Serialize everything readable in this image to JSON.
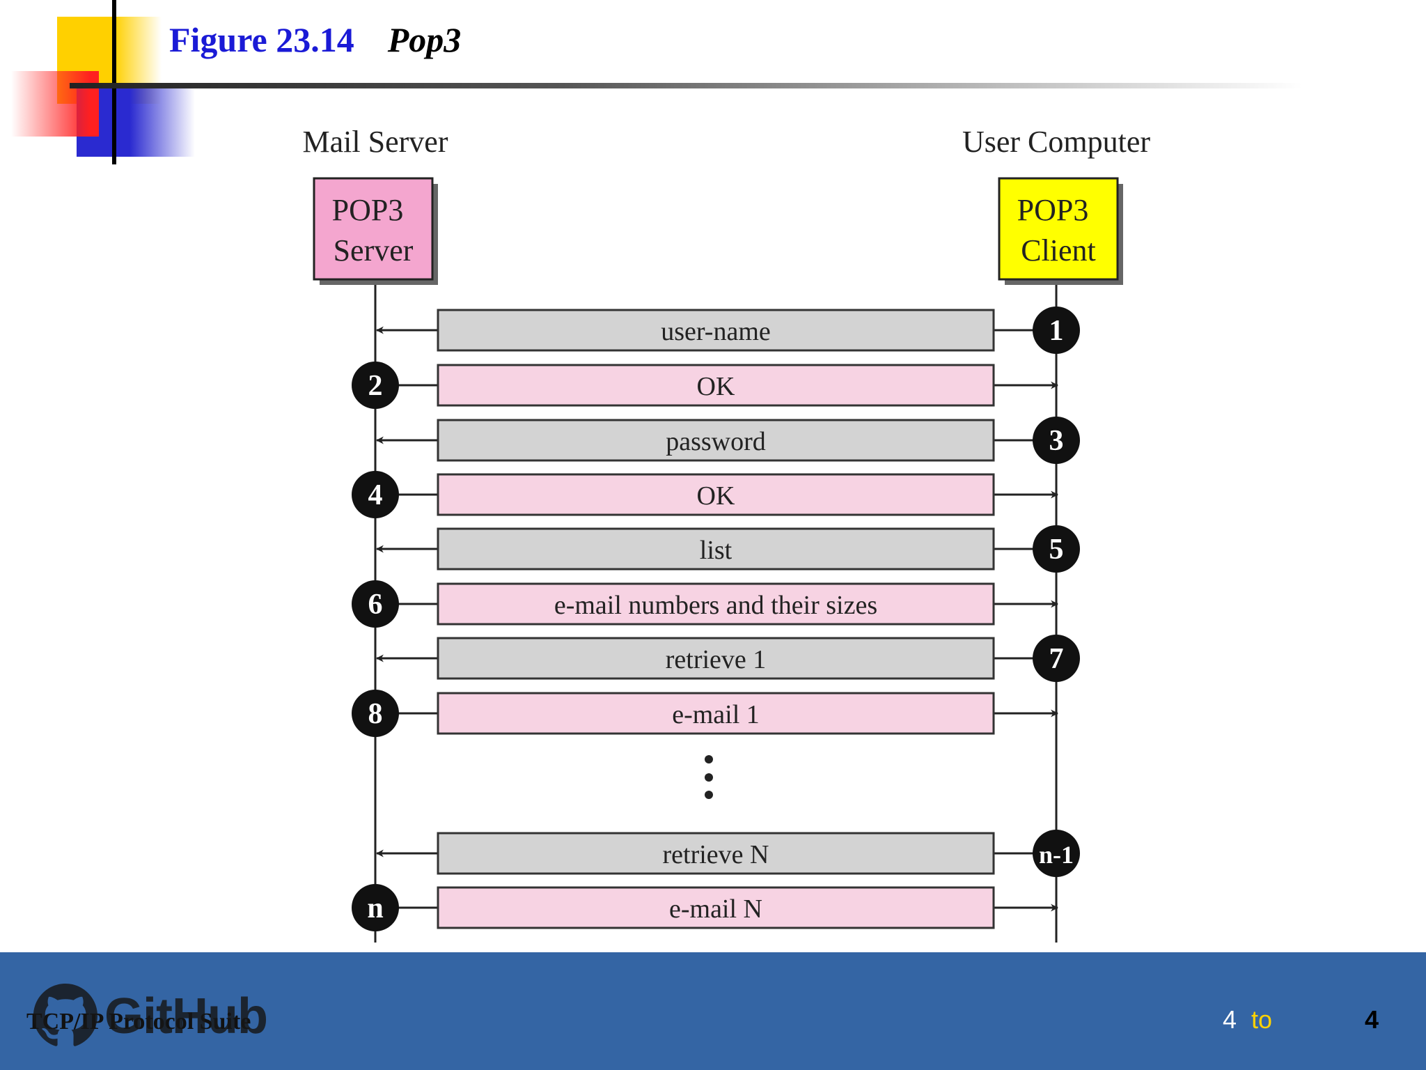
{
  "title": {
    "label": "Figure 23.14",
    "name": "Pop3"
  },
  "diagram": {
    "left_heading": "Mail Server",
    "right_heading": "User Computer",
    "server_box": [
      "POP3",
      "Server"
    ],
    "client_box": [
      "POP3",
      "Client"
    ],
    "colors": {
      "server": "#f4a6cf",
      "client": "#ffff00",
      "request": "#d3d3d3",
      "response": "#f7d3e3"
    },
    "messages": [
      {
        "label": "user-name",
        "step": "1",
        "direction": "to-server"
      },
      {
        "label": "OK",
        "step": "2",
        "direction": "to-client"
      },
      {
        "label": "password",
        "step": "3",
        "direction": "to-server"
      },
      {
        "label": "OK",
        "step": "4",
        "direction": "to-client"
      },
      {
        "label": "list",
        "step": "5",
        "direction": "to-server"
      },
      {
        "label": "e-mail numbers and their sizes",
        "step": "6",
        "direction": "to-client"
      },
      {
        "label": "retrieve 1",
        "step": "7",
        "direction": "to-server"
      },
      {
        "label": "e-mail 1",
        "step": "8",
        "direction": "to-client"
      },
      {
        "label": "retrieve N",
        "step": "n-1",
        "direction": "to-server"
      },
      {
        "label": "e-mail N",
        "step": "n",
        "direction": "to-client"
      }
    ]
  },
  "footer": {
    "suite": "TCP/IP Protocol Suite",
    "logo_text": "GitHub",
    "page_from": "4",
    "page_sep": "to",
    "page_total": "4"
  }
}
